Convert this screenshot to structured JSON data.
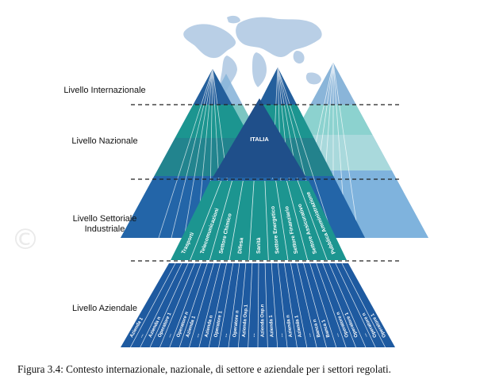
{
  "levels": {
    "internazionale": "Livello Internazionale",
    "nazionale": "Livello Nazionale",
    "settoriale_line1": "Livello Settoriale",
    "settoriale_line2": "Industriale",
    "aziendale": "Livello Aziendale"
  },
  "national_label": "ITALIA",
  "sectors": [
    "Trasporti",
    "Telecomunicazioni",
    "Settore Chimico",
    "Difesa",
    "Sanità",
    "Settore Energetico",
    "Settore Finanziario",
    "Settore Assicurativo",
    "Pubblica Amministrazione"
  ],
  "companies": [
    "Azienda 1",
    "...",
    "Azienda n",
    "Operatore 1",
    "...",
    "Operatore n",
    "Azienda 1",
    "...",
    "Azienda n",
    "Operatore 1",
    "...",
    "Operatore n",
    "Azienda Osp.1",
    "...",
    "Azienda Osp.n",
    "Azienda 1",
    "...",
    "Azienda n",
    "Azienda 1",
    "...",
    "Banca n",
    "Banca 1",
    "...",
    "Operatore n",
    "Operatore 1",
    "...",
    "Operatore n",
    "Operatore 1"
  ],
  "caption": "Figura 3.4: Contesto internazionale, nazionale, di settore e aziendale per i settori regolati.",
  "watermark": "©",
  "colors": {
    "dark_navy": "#1f4f8a",
    "medium_blue": "#2e78b4",
    "teal": "#1c9590",
    "light_teal": "#6cc6c4",
    "sky": "#8ab5d9",
    "bottom_blue": "#1e5aa0"
  }
}
